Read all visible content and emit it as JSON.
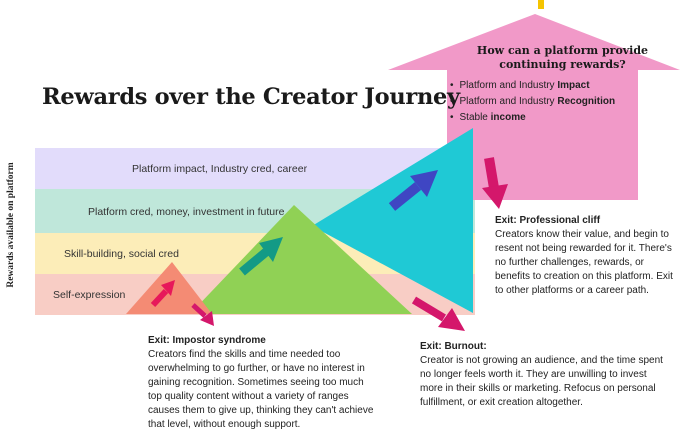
{
  "title": "Rewards over the Creator Journey",
  "y_axis_label": "Rewards available on platform",
  "bands": [
    {
      "label": "Platform impact, Industry cred, career",
      "color": "#e2dcfb"
    },
    {
      "label": "Platform cred, money, investment in future",
      "color": "#bfe7da"
    },
    {
      "label": "Skill-building, social cred",
      "color": "#fcedb8"
    },
    {
      "label": "Self-expression",
      "color": "#f8cdc5"
    }
  ],
  "colors": {
    "callout_pink": "#f199c8",
    "top_bar": "#f5c400",
    "triangle_small": "#f48b74",
    "triangle_green": "#90d155",
    "triangle_teal": "#1fc9d5",
    "arrow_red": "#e7185a",
    "arrow_teal": "#139a86",
    "arrow_blue": "#3f46c3",
    "arrow_exit": "#d4176b"
  },
  "callout": {
    "question": "How can a platform provide continuing rewards?",
    "items": [
      {
        "prefix": "Platform and Industry ",
        "bold": "Impact"
      },
      {
        "prefix": "Platform and Industry ",
        "bold": "Recognition"
      },
      {
        "prefix": "Stable ",
        "bold": "income"
      }
    ]
  },
  "exits": {
    "impostor": {
      "heading": "Exit: Impostor syndrome",
      "body": "Creators find the skills and time needed too overwhelming to go further, or have no interest in gaining recognition.  Sometimes seeing too much top quality content without a variety of ranges causes them to give up, thinking they can't achieve that level, without enough support."
    },
    "burnout": {
      "heading": "Exit: Burnout:",
      "body": "Creator is not growing an audience, and the time spent no longer feels worth it. They are unwilling to invest more in their skills or marketing.  Refocus on personal fulfillment, or exit creation altogether."
    },
    "professional": {
      "heading": "Exit: Professional cliff",
      "body": "Creators know their value, and begin to resent not being rewarded for it. There's no further challenges, rewards, or benefits to creation on this platform.  Exit to other platforms or a career path."
    }
  }
}
